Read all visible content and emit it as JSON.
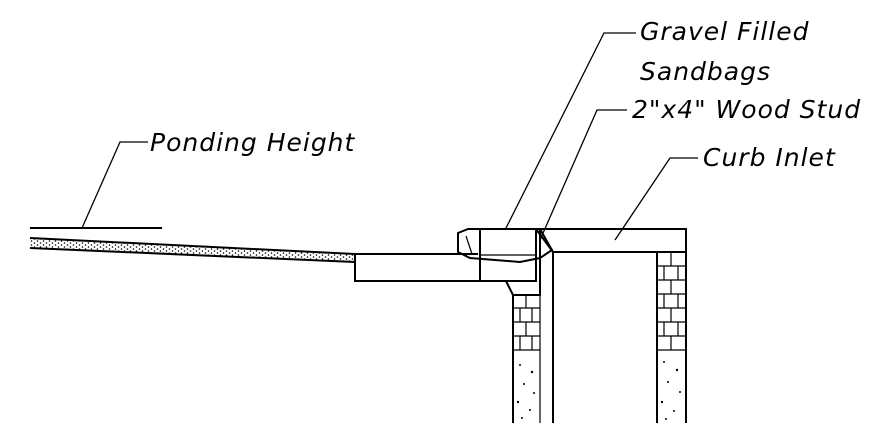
{
  "labels": {
    "gravel_line1": "Gravel Filled",
    "gravel_line2": "Sandbags",
    "stud": "2\"x4\" Wood Stud",
    "ponding": "Ponding Height",
    "curb": "Curb Inlet"
  },
  "colors": {
    "line": "#000000",
    "background": "#ffffff"
  }
}
